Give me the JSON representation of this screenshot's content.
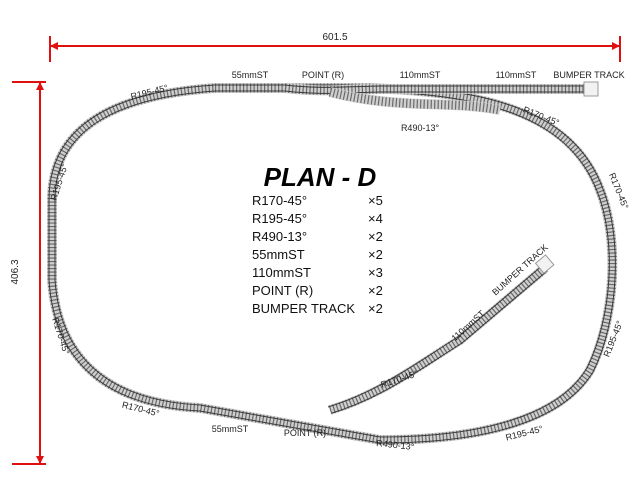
{
  "title": "PLAN - D",
  "dimensions": {
    "width": "601.5",
    "height": "406.3"
  },
  "colors": {
    "dimension_line": "#e01010",
    "track_bed": "#cfcfcf",
    "rail": "#3a3a3a"
  },
  "labels": {
    "top_55": "55mmST",
    "top_point": "POINT (R)",
    "top_110a": "110mmST",
    "top_110b": "110mmST",
    "top_bumper": "BUMPER TRACK",
    "tl_r195": "R195-45°",
    "tr_r170": "R170-45°",
    "top_r490": "R490-13°",
    "left_r195": "R195-45°",
    "right_r170": "R170-45°",
    "left_r170": "R170-45°",
    "right_r195": "R195-45°",
    "mid_bumper": "BUMPER TRACK",
    "mid_110": "110mmST",
    "mid_r170": "R170-45°",
    "bl_r170": "R170-45°",
    "bot_55": "55mmST",
    "bot_point": "POINT (R)",
    "bot_r490": "R490-13°",
    "br_r195": "R195-45°"
  },
  "parts_list": [
    {
      "name": "R170-45°",
      "qty": "×5"
    },
    {
      "name": "R195-45°",
      "qty": "×4"
    },
    {
      "name": "R490-13°",
      "qty": "×2"
    },
    {
      "name": "55mmST",
      "qty": "×2"
    },
    {
      "name": "110mmST",
      "qty": "×3"
    },
    {
      "name": "POINT (R)",
      "qty": "×2"
    },
    {
      "name": "BUMPER TRACK",
      "qty": "×2"
    }
  ]
}
